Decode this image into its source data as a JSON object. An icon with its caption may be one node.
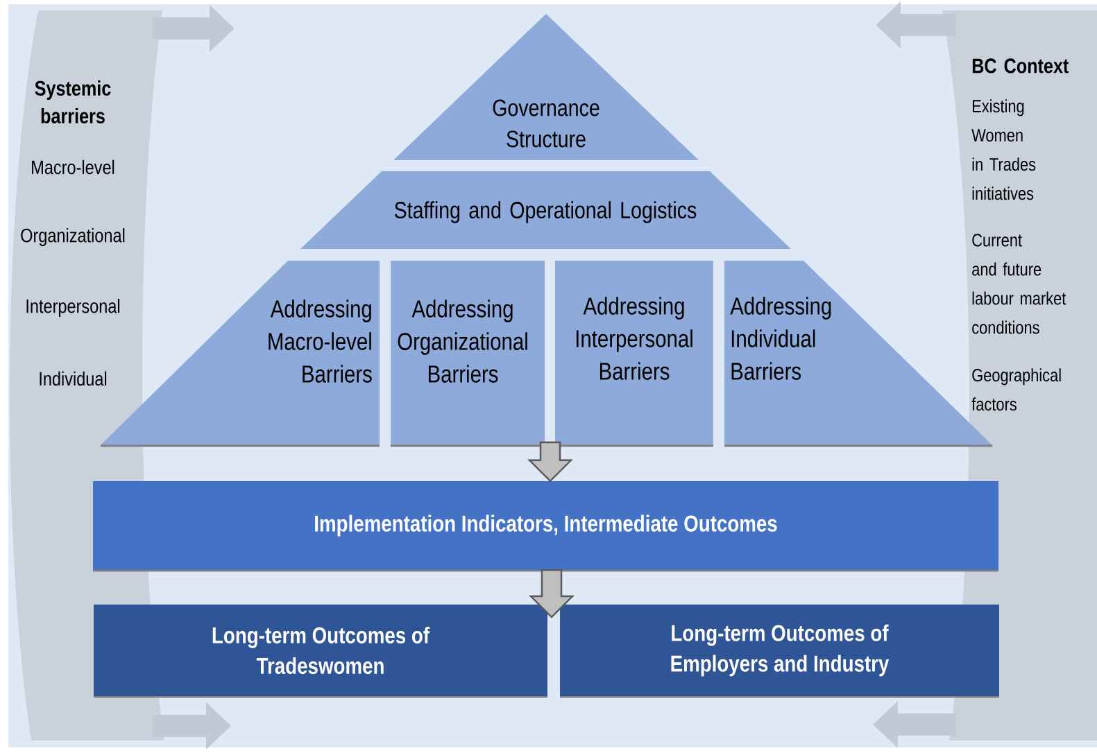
{
  "diagram": {
    "nodes": [
      {
        "text": [
          "Systemic barriers",
          "Macro-level",
          "Organizational",
          "Interpersonal",
          "Individual"
        ]
      },
      {
        "text": [
          "BC Context",
          "Existing Women in Trades initiatives",
          "Current and future labour market conditions",
          "Geographical factors"
        ]
      },
      {
        "text": [
          "Governance Structure"
        ]
      },
      {
        "text": [
          "Staffing and Operational Logistics"
        ]
      },
      {
        "text": [
          "Addressing Macro-level Barriers"
        ]
      },
      {
        "text": [
          "Addressing Organizational Barriers"
        ]
      },
      {
        "text": [
          "Addressing Interpersonal Barriers"
        ]
      },
      {
        "text": [
          "Addressing Individual Barriers"
        ]
      },
      {
        "text": [
          "Implementation Indicators, Intermediate Outcomes"
        ]
      },
      {
        "text": [
          "Long-term Outcomes of Tradeswomen"
        ]
      },
      {
        "text": [
          "Long-term Outcomes of Employers and Industry"
        ]
      }
    ],
    "edges": [
      {
        "from": 0,
        "to": null,
        "arrow": "to"
      },
      {
        "from": 1,
        "to": null,
        "arrow": "to"
      },
      {
        "from": null,
        "to": 8,
        "arrow": "to"
      },
      {
        "from": 8,
        "to": null,
        "arrow": "to"
      },
      {
        "from": 0,
        "to": null,
        "arrow": "to"
      },
      {
        "from": 1,
        "to": null,
        "arrow": "to"
      }
    ]
  }
}
